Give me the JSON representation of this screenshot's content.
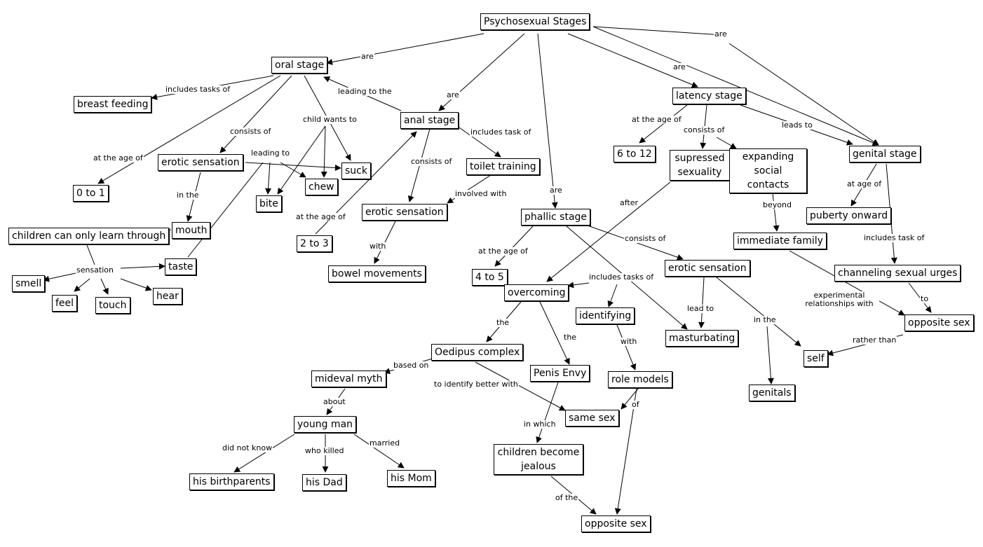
{
  "diagram": {
    "nodes": {
      "root": "Psychosexual Stages",
      "oral_stage": "oral stage",
      "breast_feeding": "breast feeding",
      "erotic_sensation_oral": "erotic sensation",
      "age_0_1": "0 to 1",
      "mouth": "mouth",
      "children_learn": "children can only learn through",
      "taste": "taste",
      "smell": "smell",
      "feel": "feel",
      "touch": "touch",
      "hear": "hear",
      "bite": "bite",
      "chew": "chew",
      "suck": "suck",
      "anal_stage": "anal stage",
      "toilet_training": "toilet training",
      "erotic_sensation_anal": "erotic sensation",
      "bowel_movements": "bowel movements",
      "age_2_3": "2 to 3",
      "phallic_stage": "phallic stage",
      "age_4_5": "4 to 5",
      "overcoming": "overcoming",
      "identifying": "identifying",
      "erotic_sensation_phallic": "erotic sensation",
      "masturbating": "masturbating",
      "genitals": "genitals",
      "oedipus_complex": "Oedipus complex",
      "mideval_myth": "mideval myth",
      "young_man": "young man",
      "his_birthparents": "his birthparents",
      "his_dad": "his Dad",
      "his_mom": "his Mom",
      "penis_envy": "Penis Envy",
      "same_sex": "same sex",
      "role_models": "role models",
      "children_jealous": "children become jealous",
      "opposite_sex_bottom": "opposite sex",
      "latency_stage": "latency stage",
      "age_6_12": "6 to 12",
      "supressed_sexuality": "supressed sexuality",
      "expanding_social": "expanding social contacts",
      "immediate_family": "immediate family",
      "genital_stage": "genital stage",
      "puberty_onward": "puberty onward",
      "channeling_urges": "channeling sexual urges",
      "opposite_sex_right": "opposite sex",
      "self": "self"
    },
    "labels": {
      "are_oral": "are",
      "are_anal": "are",
      "are_phallic": "are",
      "are_latency": "are",
      "are_genital": "are",
      "includes_tasks_of_oral": "includes tasks of",
      "consists_of_oral": "consists of",
      "at_the_age_of_oral": "at the age of",
      "child_wants_to": "child wants to",
      "leading_to_oral": "leading to",
      "in_the_oral": "in the",
      "sensation": "sensation",
      "leading_to_the": "leading to the",
      "includes_task_of_anal": "includes task of",
      "consists_of_anal": "consists of",
      "involved_with": "involved with",
      "with_anal": "with",
      "at_the_age_of_anal": "at the age of",
      "at_the_age_of_phallic": "at the age of",
      "includes_tasks_of_phallic": "includes tasks of",
      "consists_of_phallic": "consists of",
      "lead_to": "lead to",
      "in_the_phallic": "in the",
      "the_oedipus": "the",
      "the_penis": "the",
      "with_identifying": "with",
      "based_on": "based on",
      "about": "about",
      "did_not_know": "did not know",
      "who_killed": "who killed",
      "married": "married",
      "to_identify_better_with": "to identify better with",
      "in_which": "in which",
      "of_the": "of the",
      "of_role_models": "of",
      "at_the_age_of_latency": "at the age of",
      "consists_of_latency": "consists of",
      "leads_to": "leads to",
      "after": "after",
      "beyond": "beyond",
      "at_age_of_genital": "at age of",
      "includes_task_of_genital": "includes task of",
      "experimental_relationships_with": "experimental relationships with",
      "to_genital": "to",
      "rather_than": "rather than"
    }
  }
}
